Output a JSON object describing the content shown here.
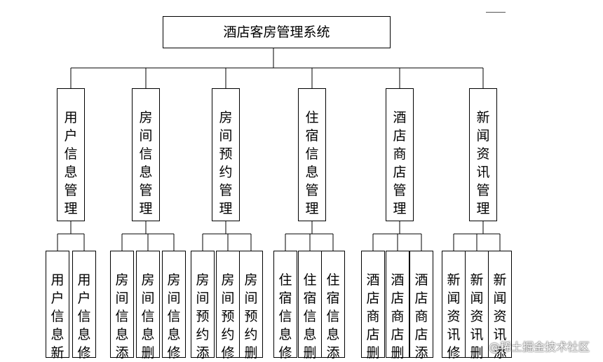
{
  "root": {
    "label": "酒店客房管理系统"
  },
  "modules": [
    {
      "label": "用户信息管理",
      "children": [
        "用户信息新",
        "用户信息修"
      ]
    },
    {
      "label": "房间信息管理",
      "children": [
        "房间信息添",
        "房间信息删",
        "房间信息修"
      ]
    },
    {
      "label": "房间预约管理",
      "children": [
        "房间预约添",
        "房间预约修",
        "房间预约删"
      ]
    },
    {
      "label": "住宿信息管理",
      "children": [
        "住宿信息修",
        "住宿信息删",
        "住宿信息添"
      ]
    },
    {
      "label": "酒店商店管理",
      "children": [
        "酒店商店删",
        "酒店商店删",
        "酒店商店添"
      ]
    },
    {
      "label": "新闻资讯管理",
      "children": [
        "新闻资讯修",
        "新闻资讯删",
        "新闻资讯添"
      ]
    }
  ],
  "watermark": "@稀土掘金技术社区"
}
